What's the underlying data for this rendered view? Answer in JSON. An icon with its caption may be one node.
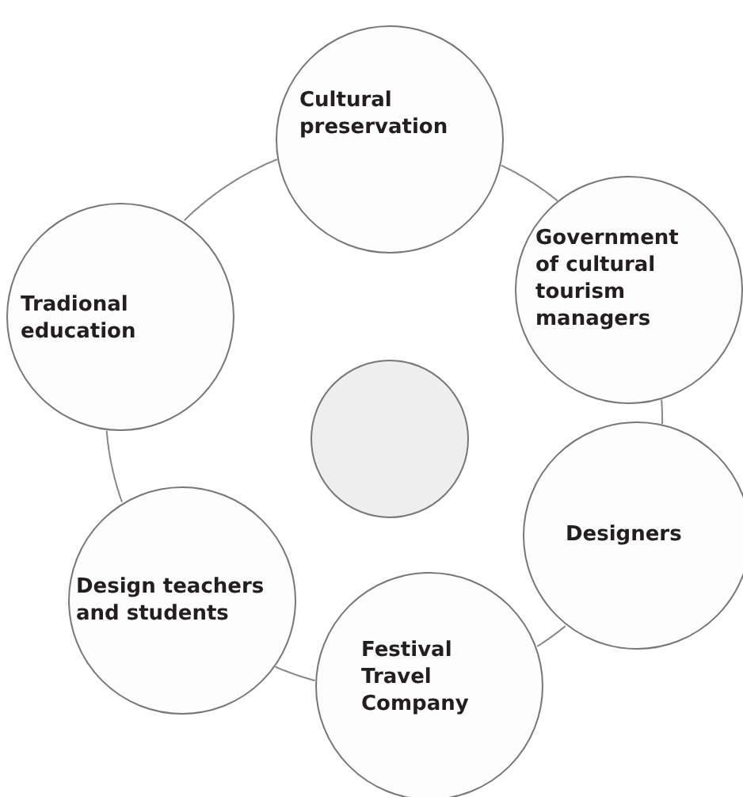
{
  "diagram": {
    "nodes": [
      {
        "text": [
          "Cultural preservation"
        ]
      },
      {
        "text": [
          "Government of cultural tourism managers"
        ]
      },
      {
        "text": [
          "Designers"
        ]
      },
      {
        "text": [
          "Festival Travel Company"
        ]
      },
      {
        "text": [
          "Design teachers and students"
        ]
      },
      {
        "text": [
          "Tradional education"
        ]
      },
      {
        "text": [],
        "shape": "circle"
      }
    ],
    "edges": [
      {
        "from": 0,
        "to": 1,
        "arrow": "none"
      },
      {
        "from": 1,
        "to": 2,
        "arrow": "none"
      },
      {
        "from": 2,
        "to": 3,
        "arrow": "none"
      },
      {
        "from": 3,
        "to": 4,
        "arrow": "none"
      },
      {
        "from": 4,
        "to": 5,
        "arrow": "none"
      },
      {
        "from": 5,
        "to": 0,
        "arrow": "none"
      }
    ]
  }
}
